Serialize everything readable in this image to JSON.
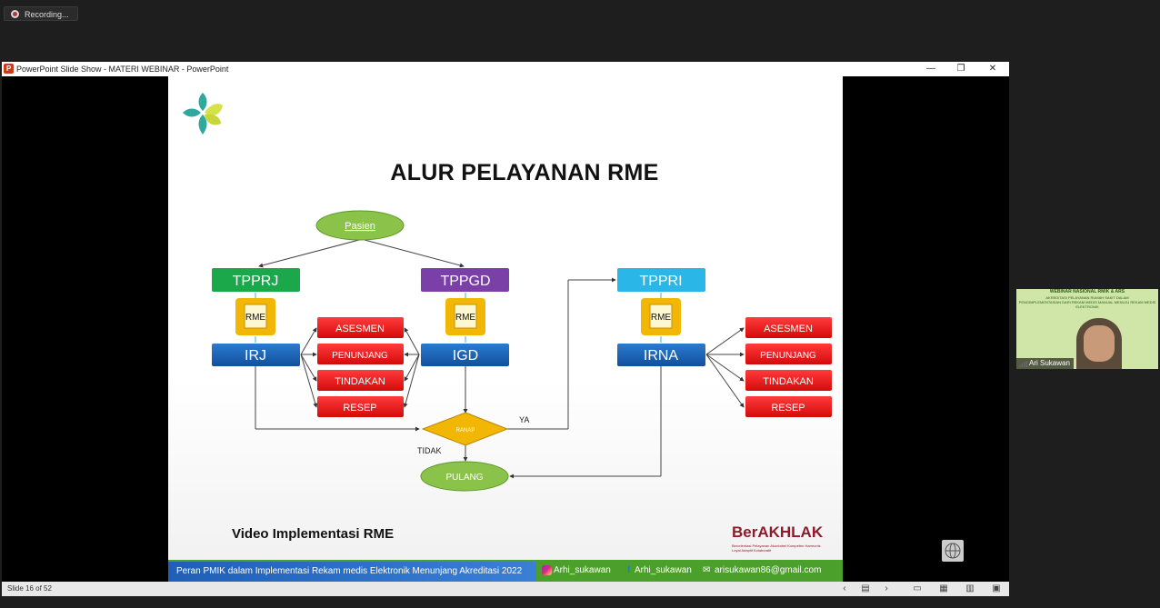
{
  "recording": {
    "label": "Recording..."
  },
  "window": {
    "title": "PowerPoint Slide Show  -  MATERI WEBINAR - PowerPoint",
    "minimize": "—",
    "restore": "❐",
    "close": "✕"
  },
  "slide": {
    "title": "ALUR PELAYANAN RME",
    "video_text": "Video Implementasi RME",
    "berakhlak": "BerAKHLAK",
    "berakhlak_sub": "Berorientasi Pelayanan Akuntabel Kompeten Harmonis Loyal Adaptif Kolaboratif",
    "flow": {
      "start": "Pasien",
      "tpprj": "TPPRJ",
      "tppgd": "TPPGD",
      "tppri": "TPPRI",
      "rme": "RME",
      "irj": "IRJ",
      "igd": "IGD",
      "irna": "IRNA",
      "decision": "RANAP",
      "yes": "YA",
      "no": "TIDAK",
      "end": "PULANG",
      "services": [
        "ASESMEN",
        "PENUNJANG",
        "TINDAKAN",
        "RESEP"
      ]
    },
    "footer": {
      "text": "Peran PMIK dalam Implementasi Rekam medis Elektronik Menunjang Akreditasi 2022",
      "instagram": "Arhi_sukawan",
      "facebook": "Arhi_sukawan",
      "email": "arisukawan86@gmail.com"
    },
    "colors": {
      "green": "#1aa84a",
      "purple": "#7b3fa8",
      "cyan": "#2bb6e8",
      "blue": "#1f63b5",
      "red": "#e0141c",
      "yellow": "#f2b705"
    }
  },
  "statusbar": {
    "slide_number": "Slide 16 of 52"
  },
  "video": {
    "banner_line1": "WEBINAR NASIONAL RMIK & ARS",
    "banner_line2": "AKREDITASI PELAYANAN RUMAH SAKIT DALAM",
    "banner_line3": "PENGIMPLEMENTASIAN DARI REKAM MEDIS MANUAL MENUJU REKAM MEDIS ELEKTRONIK",
    "participant": "Ari Sukawan"
  }
}
